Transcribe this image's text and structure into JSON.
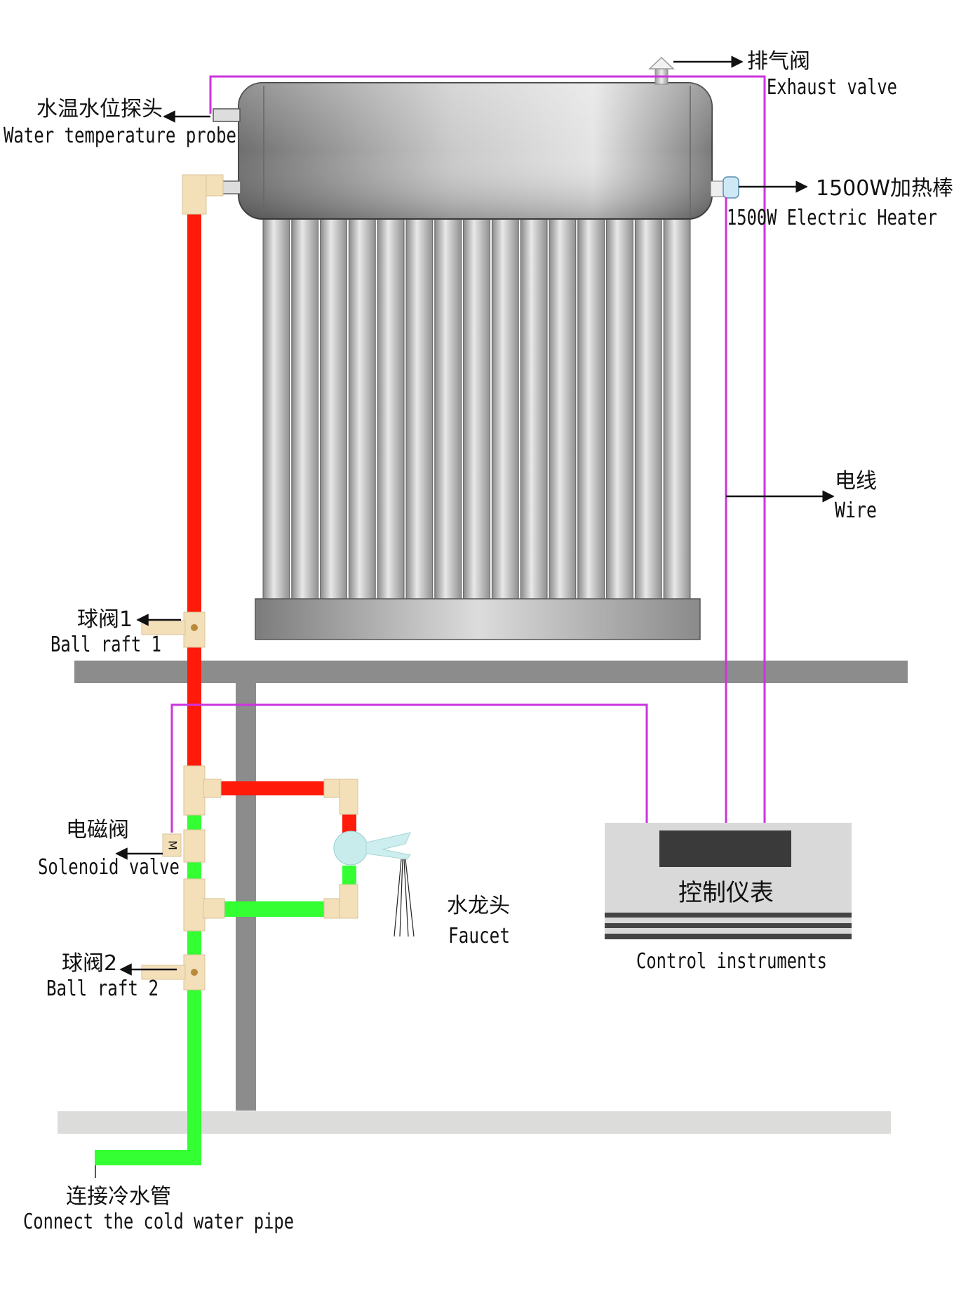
{
  "labels": {
    "probe_zh": "水温水位探头",
    "probe_en": "Water temperature probe",
    "exhaust_zh": "排气阀",
    "exhaust_en": "Exhaust valve",
    "heater_zh": "1500W加热棒",
    "heater_en": "1500W Electric Heater",
    "wire_zh": "电线",
    "wire_en": "Wire",
    "ball1_zh": "球阀1",
    "ball1_en": "Ball raft 1",
    "solenoid_zh": "电磁阀",
    "solenoid_en": "Solenoid valve",
    "solenoid_mark": "M",
    "ball2_zh": "球阀2",
    "ball2_en": "Ball raft 2",
    "faucet_zh": "水龙头",
    "faucet_en": "Faucet",
    "control_zh": "控制仪表",
    "control_en": "Control instruments",
    "coldpipe_zh": "连接冷水管",
    "coldpipe_en": "Connect the cold water pipe"
  },
  "colors": {
    "hot_pipe": "#ff1a0a",
    "cold_pipe": "#33ff33",
    "wire": "#cc33dd",
    "fitting": "#f3dfb8",
    "beam": "#8c8c8c",
    "floor": "#dcdddb",
    "panel": "#d9d9d9",
    "display": "#3a3a3a"
  },
  "tube_count": 15
}
